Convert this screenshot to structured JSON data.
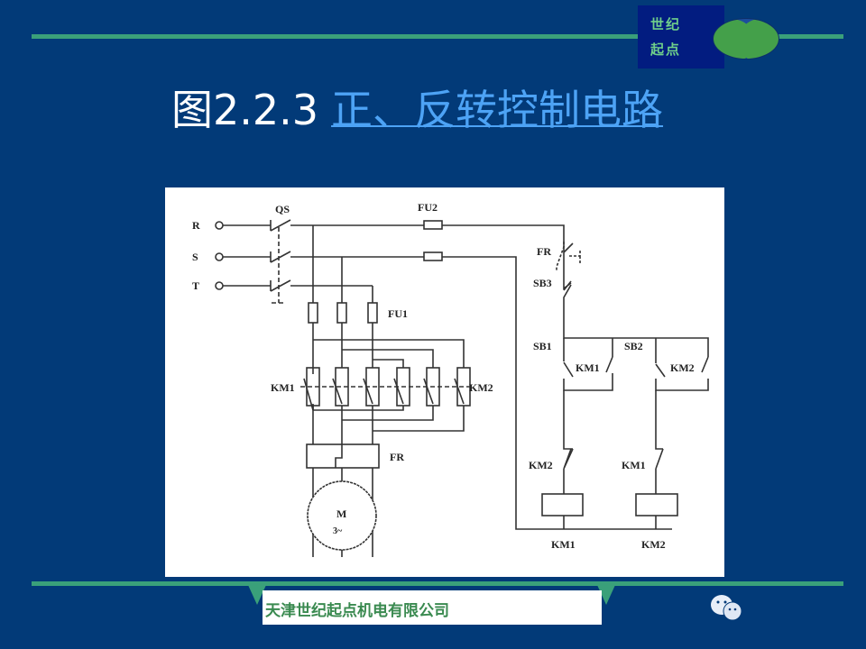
{
  "logo": {
    "line1": "世纪",
    "line2": "起点"
  },
  "title": {
    "prefix": "图2.2.3",
    "link": "正、反转控制电路"
  },
  "diagram": {
    "phases": [
      "R",
      "S",
      "T"
    ],
    "labels": {
      "qs": "QS",
      "fu2": "FU2",
      "fu1": "FU1",
      "km1_main": "KM1",
      "km2_main": "KM2",
      "fr_main": "FR",
      "motor": "M",
      "motor_sub": "3~",
      "fr_ctrl": "FR",
      "sb3": "SB3",
      "sb1": "SB1",
      "sb2": "SB2",
      "km1_hold": "KM1",
      "km2_hold": "KM2",
      "km2_nc": "KM2",
      "km1_nc": "KM1",
      "coil1": "KM1",
      "coil2": "KM2"
    }
  },
  "footer": {
    "company": "天津世纪起点机电有限公司"
  },
  "icons": {
    "wechat": "wechat-icon"
  }
}
